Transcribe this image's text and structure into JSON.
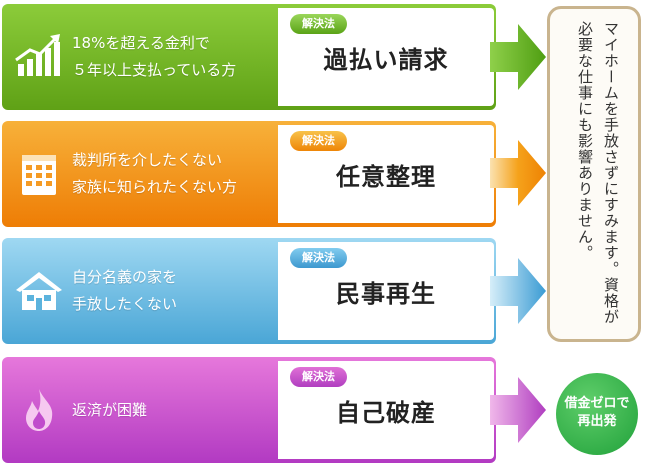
{
  "rows": [
    {
      "desc_line1": "18%を超える金利で",
      "desc_line2": "５年以上支払っている方",
      "badge": "解決法",
      "method": "過払い請求",
      "icon": "chart-growth-icon",
      "color": "#6aae1f"
    },
    {
      "desc_line1": "裁判所を介したくない",
      "desc_line2": "家族に知られたくない方",
      "badge": "解決法",
      "method": "任意整理",
      "icon": "calendar-icon",
      "color": "#f08a0e"
    },
    {
      "desc_line1": "自分名義の家を",
      "desc_line2": "手放したくない",
      "badge": "解決法",
      "method": "民事再生",
      "icon": "house-icon",
      "color": "#58b0dc"
    },
    {
      "desc_line1": "返済が困難",
      "desc_line2": "",
      "badge": "解決法",
      "method": "自己破産",
      "icon": "flame-icon",
      "color": "#c04ccc"
    }
  ],
  "result_text": "マイホームを手放さずにすみます。資格が必要な仕事にも影響ありません。",
  "zero_line1": "借金ゼロで",
  "zero_line2": "再出発"
}
